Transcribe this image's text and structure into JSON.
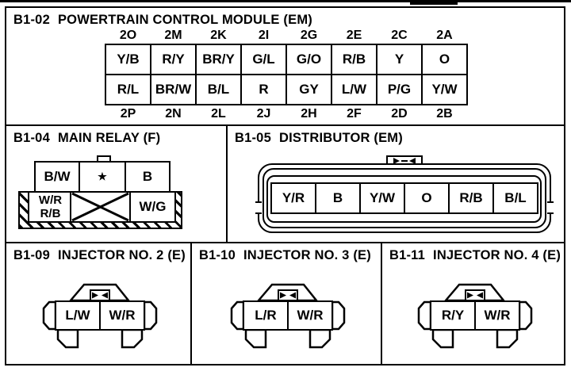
{
  "colors": {
    "ink": "#000000",
    "paper": "#ffffff"
  },
  "icons": {
    "star": "★"
  },
  "panels": {
    "pcm": {
      "id": "B1-02",
      "title": "POWERTRAIN CONTROL MODULE (EM)",
      "pins_top": [
        "2O",
        "2M",
        "2K",
        "2I",
        "2G",
        "2E",
        "2C",
        "2A"
      ],
      "row_top": [
        "Y/B",
        "R/Y",
        "BR/Y",
        "G/L",
        "G/O",
        "R/B",
        "Y",
        "O"
      ],
      "row_bottom": [
        "R/L",
        "BR/W",
        "B/L",
        "R",
        "GY",
        "L/W",
        "P/G",
        "Y/W"
      ],
      "pins_bottom": [
        "2P",
        "2N",
        "2L",
        "2J",
        "2H",
        "2F",
        "2D",
        "2B"
      ]
    },
    "main_relay": {
      "id": "B1-04",
      "title": "MAIN RELAY (F)",
      "top_cells": [
        "B/W",
        "★",
        "B"
      ],
      "bottom_left_lines": [
        "W/R",
        "R/B"
      ],
      "bottom_right": "W/G"
    },
    "distributor": {
      "id": "B1-05",
      "title": "DISTRIBUTOR (EM)",
      "cells": [
        "Y/R",
        "B",
        "Y/W",
        "O",
        "R/B",
        "B/L"
      ]
    },
    "injector2": {
      "id": "B1-09",
      "title": "INJECTOR NO. 2 (E)",
      "cells": [
        "L/W",
        "W/R"
      ]
    },
    "injector3": {
      "id": "B1-10",
      "title": "INJECTOR NO. 3 (E)",
      "cells": [
        "L/R",
        "W/R"
      ]
    },
    "injector4": {
      "id": "B1-11",
      "title": "INJECTOR NO. 4 (E)",
      "cells": [
        "R/Y",
        "W/R"
      ]
    }
  }
}
